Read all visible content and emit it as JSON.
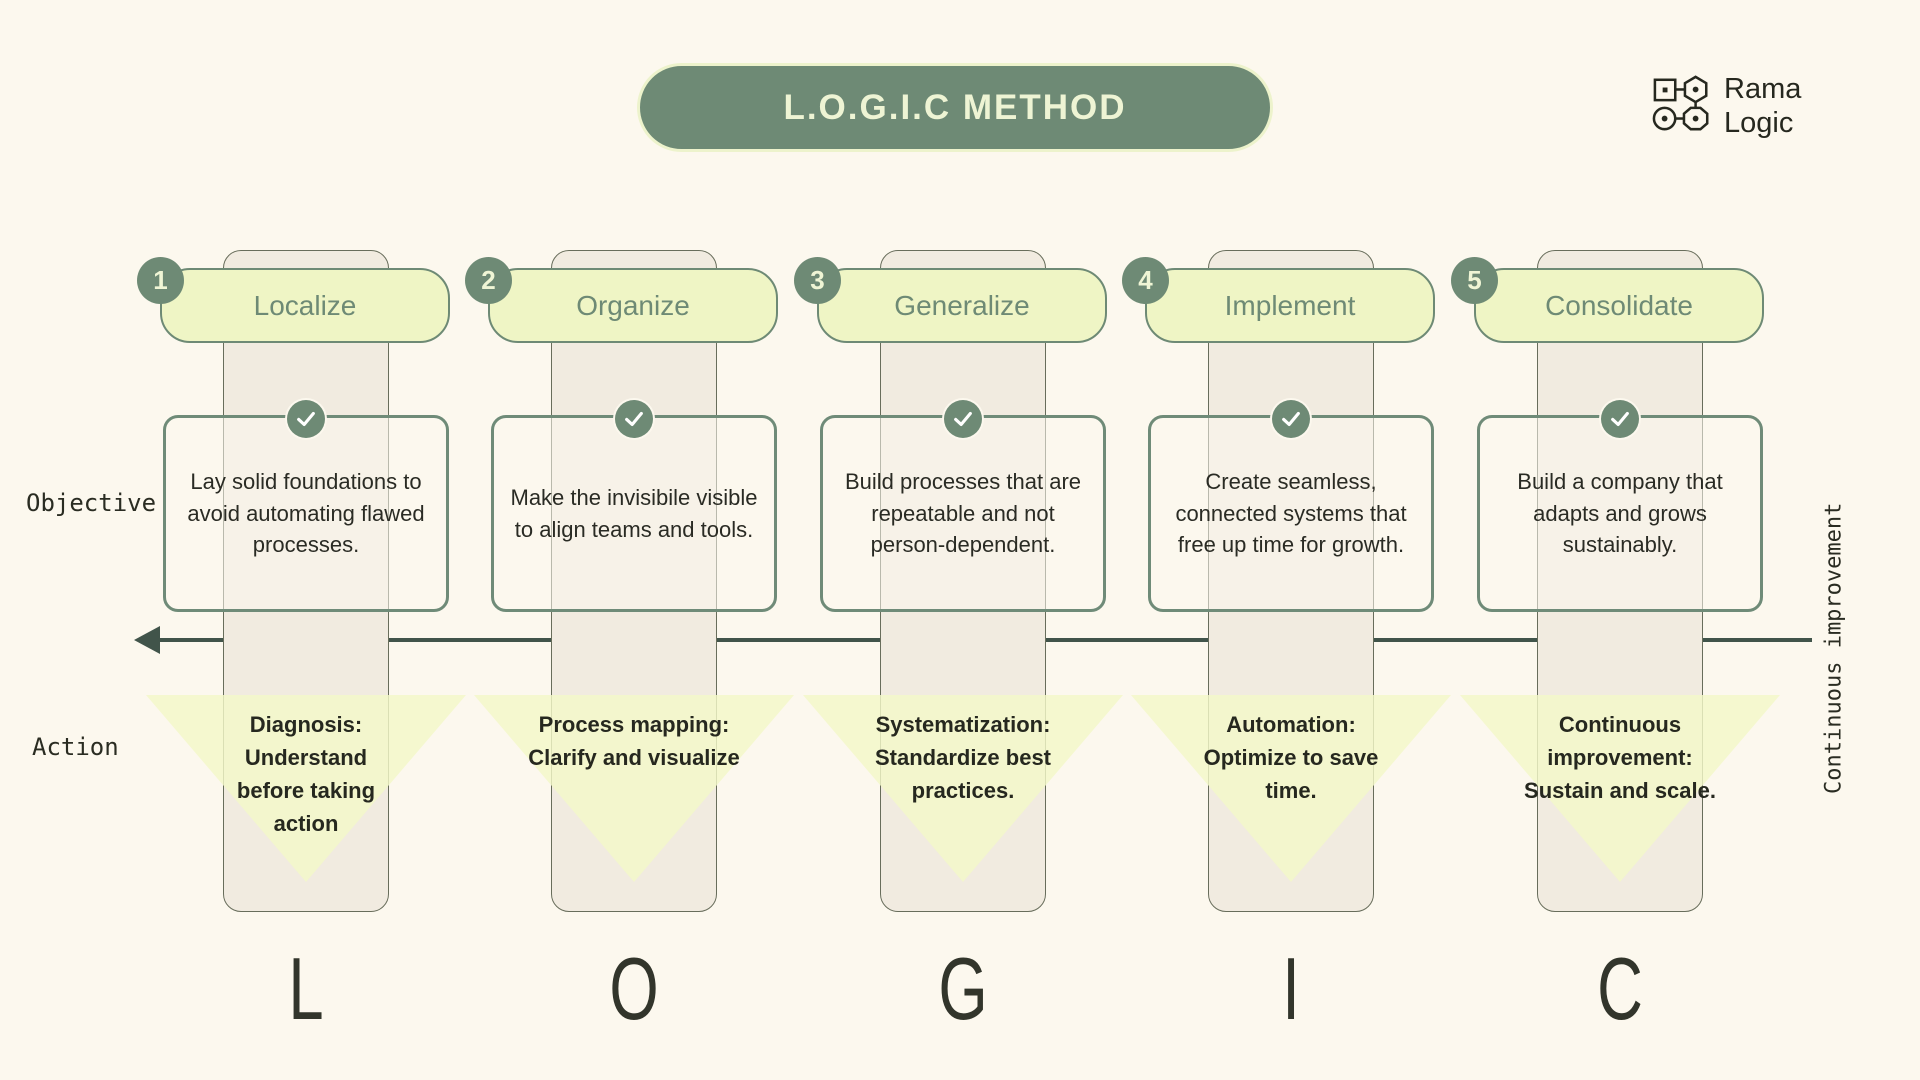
{
  "title": "L.O.G.I.C METHOD",
  "logo": {
    "line1": "Rama",
    "line2": "Logic"
  },
  "row_labels": {
    "objective": "Objective",
    "action": "Action"
  },
  "arrow_label": "Continuous improvement",
  "columns": [
    {
      "number": "1",
      "name": "Localize",
      "letter": "L",
      "objective": "Lay solid foundations to avoid automating flawed processes.",
      "action": "Diagnosis: Understand before taking action"
    },
    {
      "number": "2",
      "name": "Organize",
      "letter": "O",
      "objective": "Make the invisibile visible to align teams and tools.",
      "action": "Process mapping: Clarify and visualize"
    },
    {
      "number": "3",
      "name": "Generalize",
      "letter": "G",
      "objective": "Build processes that are repeatable and not person-dependent.",
      "action": "Systematization: Standardize best practices."
    },
    {
      "number": "4",
      "name": "Implement",
      "letter": "I",
      "objective": "Create seamless, connected systems that free up time for growth.",
      "action": "Automation: Optimize to save time."
    },
    {
      "number": "5",
      "name": "Consolidate",
      "letter": "C",
      "objective": "Build a company that adapts and grows sustainably.",
      "action": "Continuous improvement: Sustain and scale."
    }
  ],
  "colors": {
    "background": "#fcf8ee",
    "sage": "#6e8a75",
    "pill_yellow": "#eff5c5",
    "triangle_yellow": "#f3f8c8",
    "column_beige": "#f1ebe0",
    "arrow": "#41544a",
    "dark_text": "#26281f"
  }
}
